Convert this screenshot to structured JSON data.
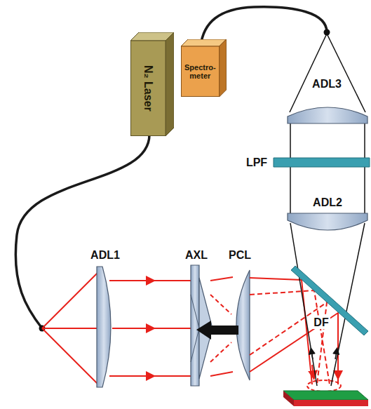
{
  "diagram": {
    "nodes": [
      {
        "text": [
          "N₂ Laser"
        ]
      },
      {
        "text": [
          "Spectro- meter"
        ]
      }
    ],
    "labels": [
      "ADL1",
      "AXL",
      "PCL",
      "LPF",
      "ADL2",
      "DF",
      "ADL3"
    ]
  }
}
